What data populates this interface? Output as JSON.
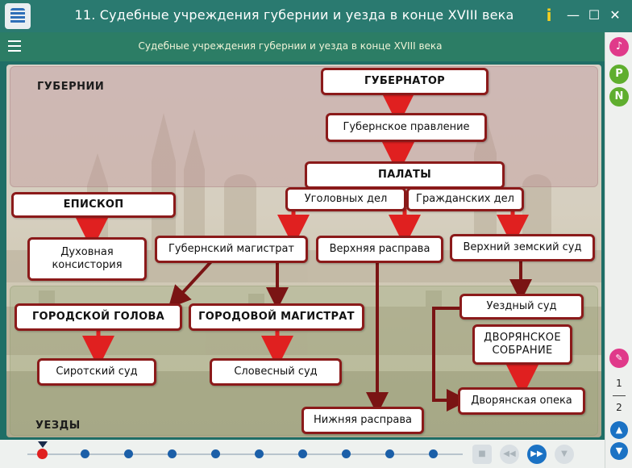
{
  "window": {
    "title": "11. Судебные учреждения губернии и уезда в конце XVIII века",
    "info_glyph": "i",
    "minimize_glyph": "—",
    "maximize_glyph": "☐",
    "close_glyph": "✕"
  },
  "subtitle": "Судебные учреждения губернии и уезда в конце XVIII века",
  "zones": {
    "gubernia": "ГУБЕРНИИ",
    "uezd": "УЕЗДЫ"
  },
  "boxes": {
    "gubernator": "ГУБЕРНАТОР",
    "gub_pravlenie": "Губернское правление",
    "palaty": "ПАЛАТЫ",
    "ugolovnyh": "Уголовных дел",
    "grazhdanskih": "Гражданских дел",
    "episkop": "ЕПИСКОП",
    "duh_konsistoriya": "Духовная консистория",
    "gub_magistrat": "Губернский магистрат",
    "verh_rasprava": "Верхняя расправа",
    "verh_zemsky": "Верхний земский суд",
    "gor_golova": "ГОРОДСКОЙ ГОЛОВА",
    "gor_magistrat": "ГОРОДОВОЙ МАГИСТРАТ",
    "uezdny_sud": "Уездный суд",
    "dvor_sobranie": "ДВОРЯНСКОЕ СОБРАНИЕ",
    "sirotsky": "Сиротский суд",
    "slovesny": "Словесный суд",
    "dvor_opeka": "Дворянская опека",
    "nizh_rasprava": "Нижняя расправа"
  },
  "colors": {
    "box_border": "#8b1a1a",
    "arrow_red": "#e02020",
    "arrow_dark": "#7a1414"
  },
  "toolpanel": {
    "tools": [
      "music-note-icon",
      "search-icon",
      "notes-icon",
      "pencil-icon"
    ],
    "page_current": "1",
    "page_total": "2"
  },
  "timeline": {
    "dot_count": 10,
    "active_index": 0
  }
}
